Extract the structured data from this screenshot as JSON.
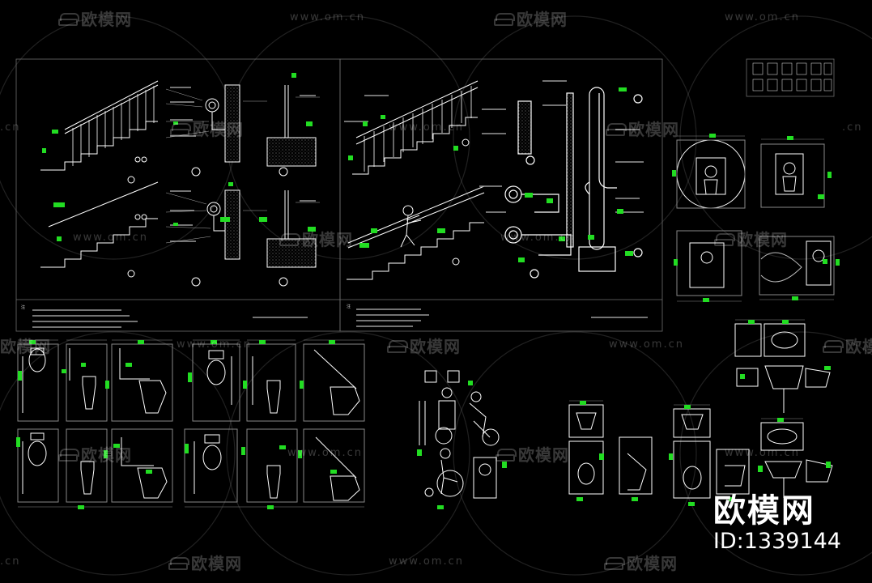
{
  "watermarks": {
    "brand_cn": "欧模网",
    "url": "www.om.cn",
    "url_short": ".cn"
  },
  "brand_badge": {
    "name": "欧模网",
    "id_label": "ID:1339144"
  },
  "colors": {
    "background": "#000000",
    "linework": "#ffffff",
    "dimension_marks": "#22dd22",
    "frame": "#777777",
    "watermark": "rgba(255,255,255,0.22)"
  },
  "sheet_notes": {
    "panel_a_notes": "注",
    "panel_b_notes": "注"
  }
}
